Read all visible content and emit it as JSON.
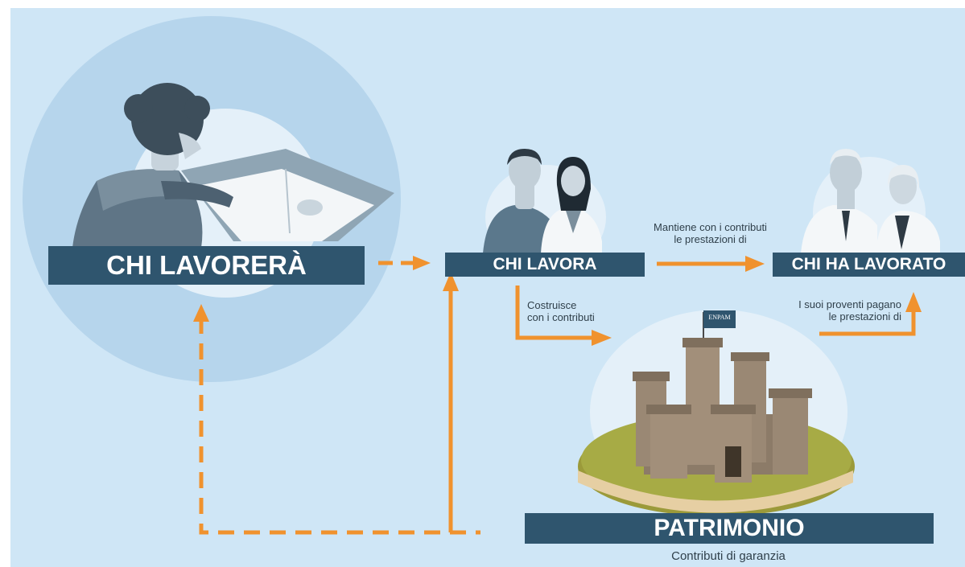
{
  "nodes": {
    "future_worker": {
      "label": "CHI LAVORERÀ"
    },
    "current_worker": {
      "label": "CHI LAVORA"
    },
    "retired": {
      "label": "CHI HA LAVORATO"
    },
    "patrimony": {
      "label": "PATRIMONIO",
      "sublabel": "Contributi di garanzia",
      "flag": "ENPAM"
    }
  },
  "edges": {
    "worker_to_retired": {
      "line1": "Mantiene con i contributi",
      "line2": "le prestazioni di"
    },
    "worker_to_patrimony": {
      "line1": "Costruisce",
      "line2": "con i contributi"
    },
    "patrimony_to_retired": {
      "line1": "I suoi proventi pagano",
      "line2": "le prestazioni di"
    }
  },
  "colors": {
    "background": "#cfe6f6",
    "label_box": "#2f556e",
    "arrow": "#f0922e"
  }
}
